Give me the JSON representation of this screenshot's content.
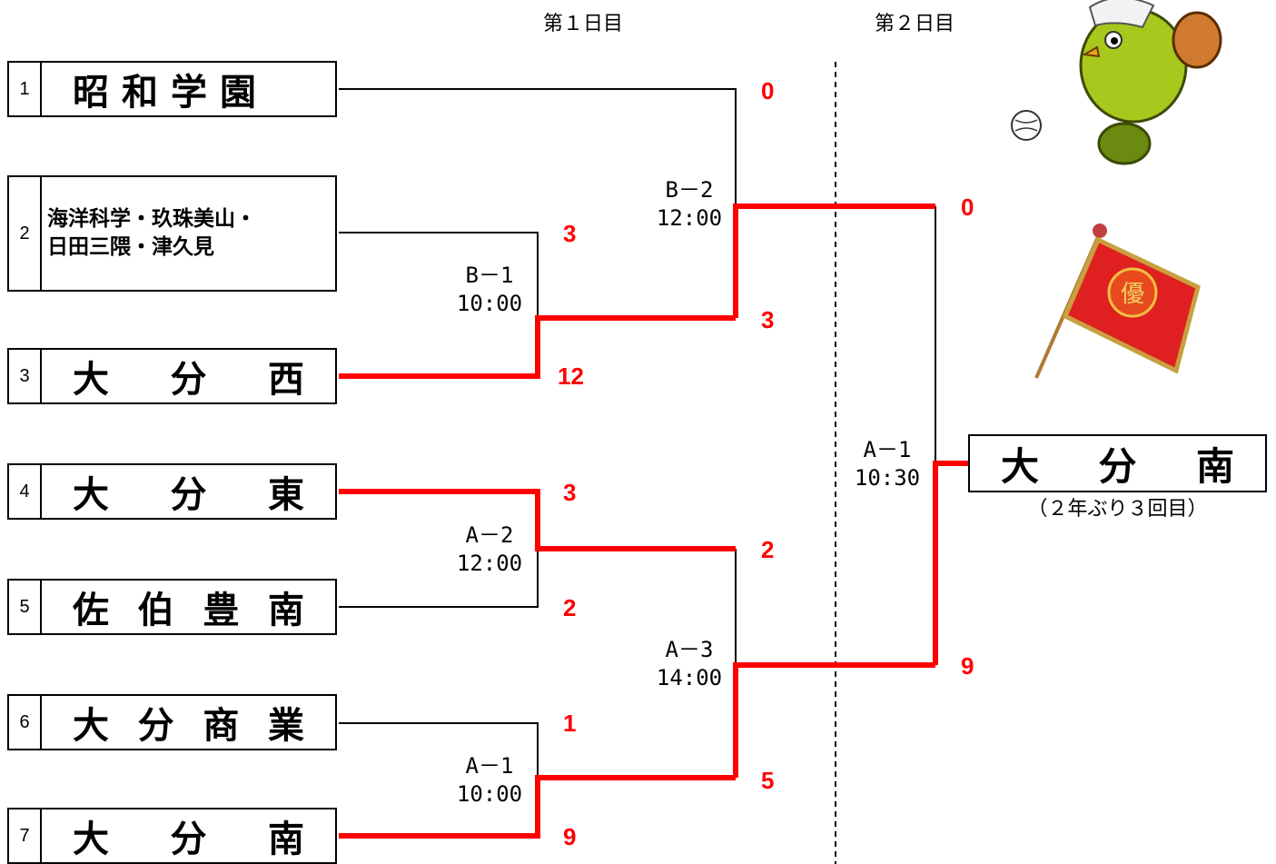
{
  "days": [
    "第１日目",
    "第２日目"
  ],
  "teams": [
    {
      "seed": "1",
      "name": "昭和学園"
    },
    {
      "seed": "2",
      "name_lines": [
        "海洋科学・玖珠美山・",
        "日田三隈・津久見"
      ]
    },
    {
      "seed": "3",
      "name": "大分西"
    },
    {
      "seed": "4",
      "name": "大分東"
    },
    {
      "seed": "5",
      "name": "佐伯豊南"
    },
    {
      "seed": "6",
      "name": "大分商業"
    },
    {
      "seed": "7",
      "name": "大分南"
    }
  ],
  "matches": [
    {
      "code": "B－1",
      "time": "10:00",
      "score_top": "3",
      "score_bottom": "12"
    },
    {
      "code": "B－2",
      "time": "12:00",
      "score_top": "0",
      "score_bottom": "3"
    },
    {
      "code": "A－2",
      "time": "12:00",
      "score_top": "3",
      "score_bottom": "2"
    },
    {
      "code": "A－1",
      "time": "10:00",
      "score_top": "1",
      "score_bottom": "9"
    },
    {
      "code": "A－3",
      "time": "14:00",
      "score_top": "2",
      "score_bottom": "5"
    },
    {
      "code": "A－1",
      "time": "10:30",
      "score_top": "0",
      "score_bottom": "9"
    }
  ],
  "champion": {
    "name": "大分南",
    "note": "（２年ぶり３回目）"
  },
  "colors": {
    "winner_line": "#ff0000",
    "line": "#000000"
  }
}
